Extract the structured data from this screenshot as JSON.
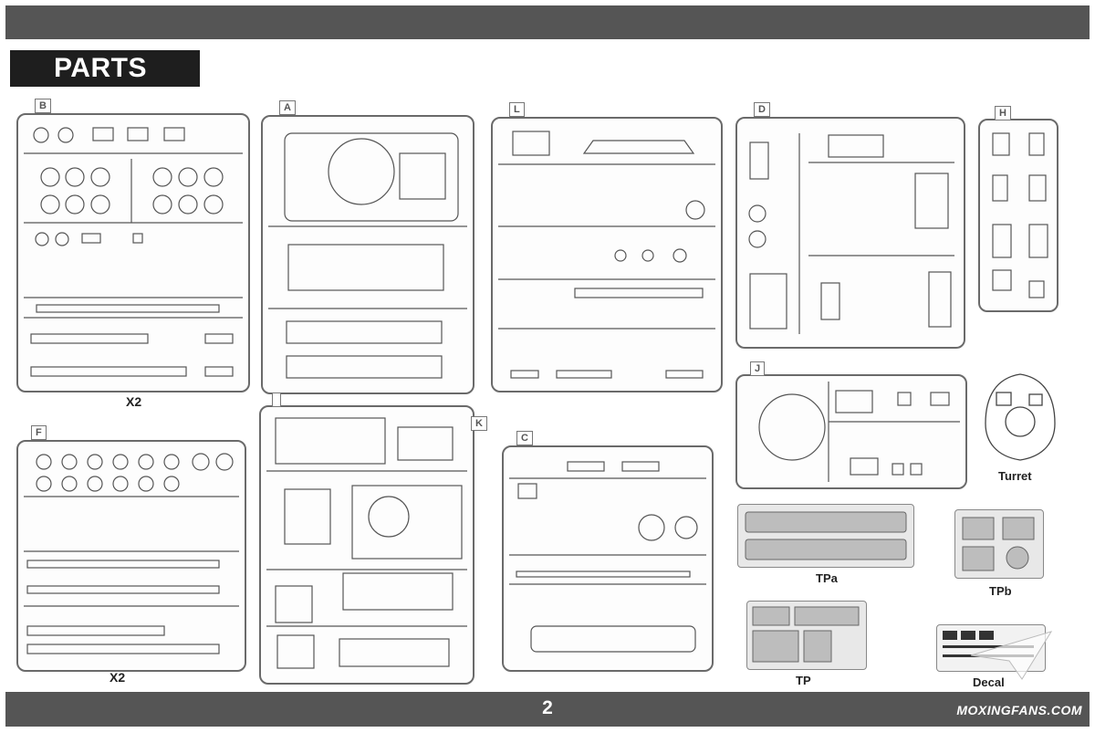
{
  "page": {
    "title": "PARTS",
    "page_number": "2",
    "watermark": "MOXINGFANS.COM"
  },
  "sprues": [
    {
      "id": "B",
      "quantity": "X2"
    },
    {
      "id": "A"
    },
    {
      "id": "L"
    },
    {
      "id": "D"
    },
    {
      "id": "H"
    },
    {
      "id": "F",
      "quantity": "X2"
    },
    {
      "id": "K"
    },
    {
      "id": "C"
    },
    {
      "id": "J"
    }
  ],
  "parts": {
    "turret_label": "Turret",
    "photo_etch": [
      "TPa",
      "TPb",
      "TP",
      "Decal"
    ]
  },
  "colors": {
    "band": "#555555",
    "title_block": "#1e1e1e",
    "sprue_line": "#6a6a6a"
  }
}
